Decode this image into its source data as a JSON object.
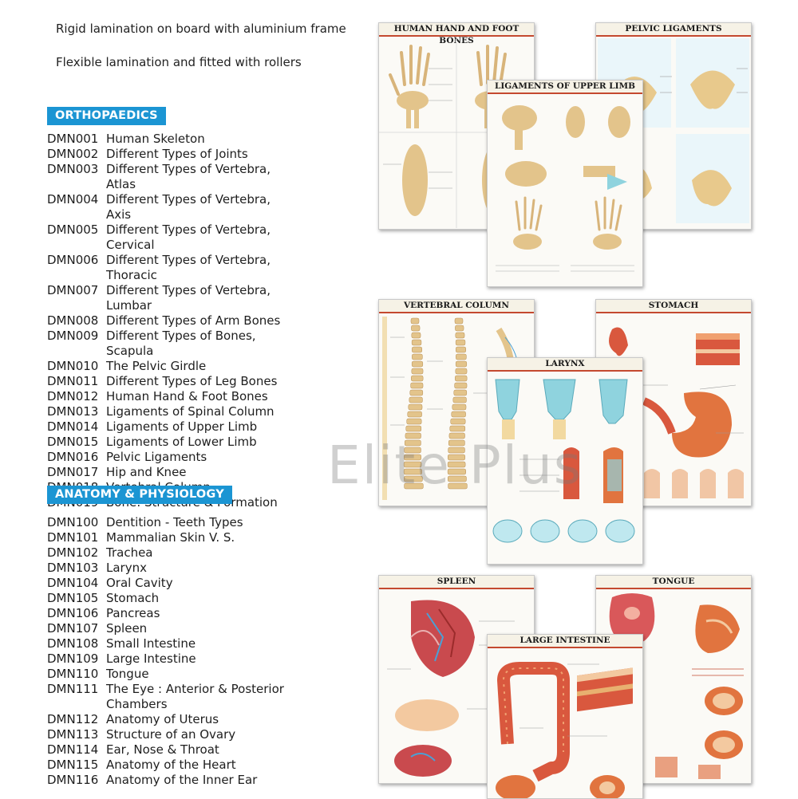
{
  "intro": {
    "line1": "Rigid lamination on board with aluminium frame",
    "line2": "Flexible lamination and fitted with rollers"
  },
  "orthopaedics": {
    "heading": "ORTHOPAEDICS",
    "items": [
      {
        "code": "DMN001",
        "name": "Human Skeleton"
      },
      {
        "code": "DMN002",
        "name": "Different Types of Joints"
      },
      {
        "code": "DMN003",
        "name": "Different Types of Vertebra, Atlas"
      },
      {
        "code": "DMN004",
        "name": "Different Types of Vertebra, Axis"
      },
      {
        "code": "DMN005",
        "name": "Different Types of Vertebra, Cervical"
      },
      {
        "code": "DMN006",
        "name": "Different Types of Vertebra, Thoracic"
      },
      {
        "code": "DMN007",
        "name": "Different Types of Vertebra, Lumbar"
      },
      {
        "code": "DMN008",
        "name": "Different Types of Arm Bones"
      },
      {
        "code": "DMN009",
        "name": "Different Types of Bones, Scapula"
      },
      {
        "code": "DMN010",
        "name": "The Pelvic Girdle"
      },
      {
        "code": "DMN011",
        "name": "Different Types of Leg Bones"
      },
      {
        "code": "DMN012",
        "name": "Human Hand & Foot Bones"
      },
      {
        "code": "DMN013",
        "name": "Ligaments of Spinal Column"
      },
      {
        "code": "DMN014",
        "name": "Ligaments of Upper Limb"
      },
      {
        "code": "DMN015",
        "name": "Ligaments of Lower Limb"
      },
      {
        "code": "DMN016",
        "name": "Pelvic Ligaments"
      },
      {
        "code": "DMN017",
        "name": "Hip and Knee"
      },
      {
        "code": "DMN018",
        "name": "Vertebral Column"
      },
      {
        "code": "DMN019",
        "name": "Bone: Structure & Formation"
      }
    ]
  },
  "anatomy": {
    "heading": "ANATOMY & PHYSIOLOGY",
    "items": [
      {
        "code": "DMN100",
        "name": "Dentition - Teeth Types"
      },
      {
        "code": "DMN101",
        "name": "Mammalian Skin V. S."
      },
      {
        "code": "DMN102",
        "name": "Trachea"
      },
      {
        "code": "DMN103",
        "name": "Larynx"
      },
      {
        "code": "DMN104",
        "name": "Oral Cavity"
      },
      {
        "code": "DMN105",
        "name": "Stomach"
      },
      {
        "code": "DMN106",
        "name": "Pancreas"
      },
      {
        "code": "DMN107",
        "name": "Spleen"
      },
      {
        "code": "DMN108",
        "name": "Small Intestine"
      },
      {
        "code": "DMN109",
        "name": "Large Intestine"
      },
      {
        "code": "DMN110",
        "name": "Tongue"
      },
      {
        "code": "DMN111",
        "name": "The Eye : Anterior  & Posterior Chambers"
      },
      {
        "code": "DMN112",
        "name": "Anatomy of Uterus"
      },
      {
        "code": "DMN113",
        "name": "Structure of an Ovary"
      },
      {
        "code": "DMN114",
        "name": "Ear, Nose & Throat"
      },
      {
        "code": "DMN115",
        "name": "Anatomy of the Heart"
      },
      {
        "code": "DMN116",
        "name": "Anatomy of the Inner Ear"
      }
    ]
  },
  "posters": {
    "hand_foot": "HUMAN HAND AND FOOT BONES",
    "pelvic": "PELVIC LIGAMENTS",
    "upper_limb": "LIGAMENTS OF UPPER LIMB",
    "vertebral": "VERTEBRAL COLUMN",
    "stomach": "STOMACH",
    "larynx": "LARYNX",
    "spleen": "SPLEEN",
    "tongue": "TONGUE",
    "large_intestine": "LARGE INTESTINE"
  },
  "watermark": "Elite Plus",
  "colors": {
    "badge": "#1b95d3",
    "poster_accent": "#c4492f",
    "bone": "#e3c48b",
    "tissue": "#d9583e",
    "cartilage": "#8fd3de"
  }
}
